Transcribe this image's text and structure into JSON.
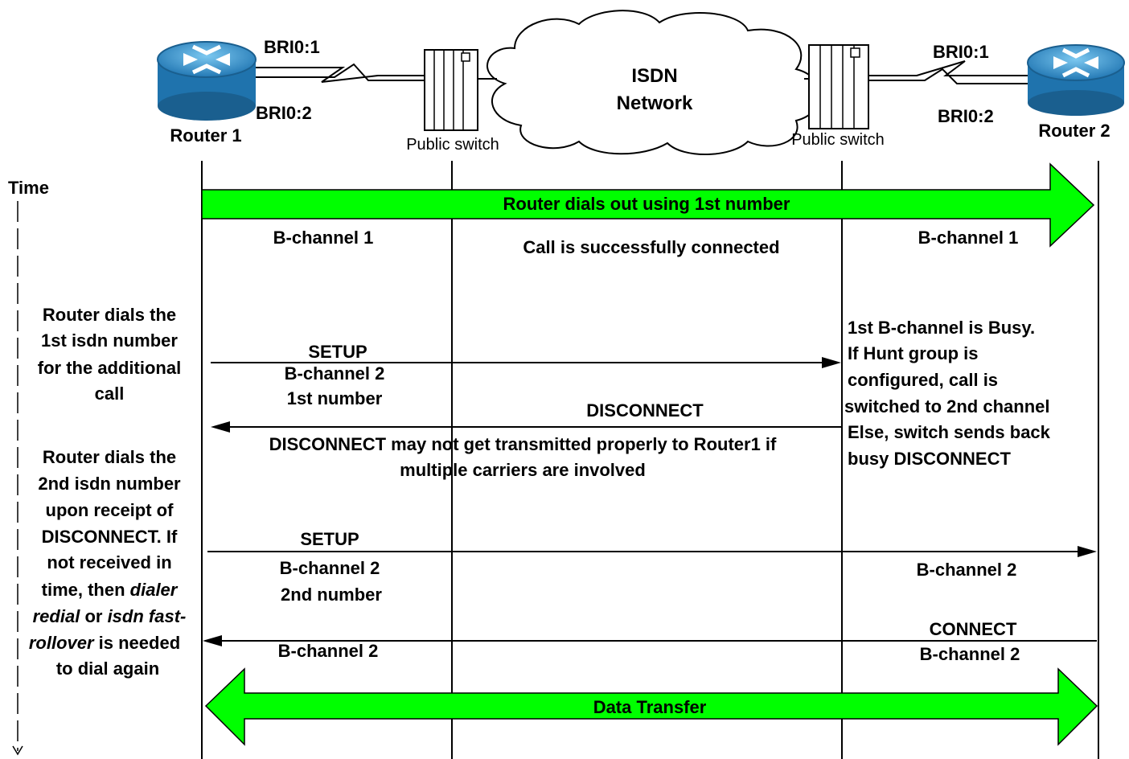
{
  "routers": {
    "left": {
      "name": "Router 1",
      "port1": "BRI0:1",
      "port2": "BRI0:2"
    },
    "right": {
      "name": "Router 2",
      "port1": "BRI0:1",
      "port2": "BRI0:2"
    }
  },
  "switches": {
    "left_label": "Public switch",
    "right_label": "Public switch"
  },
  "network": {
    "line1": "ISDN",
    "line2": "Network"
  },
  "time_label": "Time",
  "banners": {
    "dial_out": "Router dials out  using 1st number",
    "data_transfer": "Data Transfer"
  },
  "labels": {
    "bchan1_left": "B-channel 1",
    "bchan1_right": "B-channel 1",
    "connected": "Call is successfully connected",
    "setup1": "SETUP",
    "setup1_ch": "B-channel 2",
    "setup1_num": "1st number",
    "disconnect": "DISCONNECT",
    "disc_note_1": "DISCONNECT may not get transmitted properly to Router1 if",
    "disc_note_2": "multiple carriers are involved",
    "setup2": "SETUP",
    "setup2_ch": "B-channel 2",
    "setup2_num": "2nd number",
    "bchan2_right": "B-channel 2",
    "connect": "CONNECT",
    "connect_ch": "B-channel 2",
    "bchan2_left": "B-channel 2"
  },
  "left_notes": {
    "first": [
      "Router dials the",
      "1st isdn number",
      "for the additional",
      "call"
    ],
    "second_a": [
      "Router dials the",
      "2nd isdn number",
      "upon receipt of",
      "DISCONNECT. If",
      "not received in"
    ],
    "second_time": "time, then ",
    "second_dialer": "dialer",
    "second_redial": "redial",
    "second_or": " or ",
    "second_isdn": "isdn fast-",
    "second_rollover": "rollover",
    "second_needed": " is needed",
    "second_last": "to dial again"
  },
  "right_notes": [
    "1st B-channel is Busy.",
    "If Hunt group is",
    "configured, call is",
    "switched to 2nd channel",
    "Else, switch sends back",
    "busy DISCONNECT"
  ],
  "colors": {
    "banner_green": "#00ff00",
    "router_blue": "#2f9bd7",
    "line": "#000000"
  }
}
